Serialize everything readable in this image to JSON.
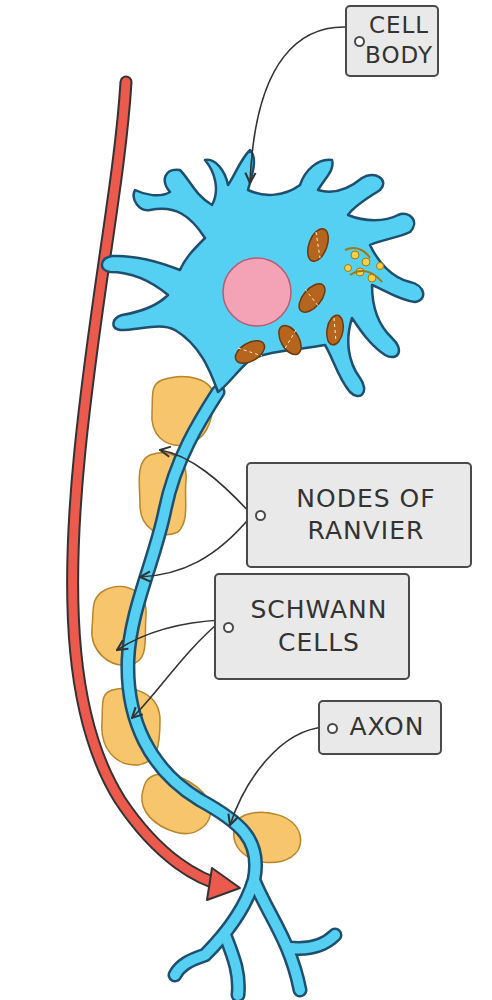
{
  "diagram": {
    "nodes": [
      {
        "text": [
          "CELL BODY"
        ]
      },
      {
        "text": [
          "NODES OF RANVIER"
        ]
      },
      {
        "text": [
          "SCHWANN CELLS"
        ]
      },
      {
        "text": [
          "AXON"
        ]
      }
    ]
  }
}
